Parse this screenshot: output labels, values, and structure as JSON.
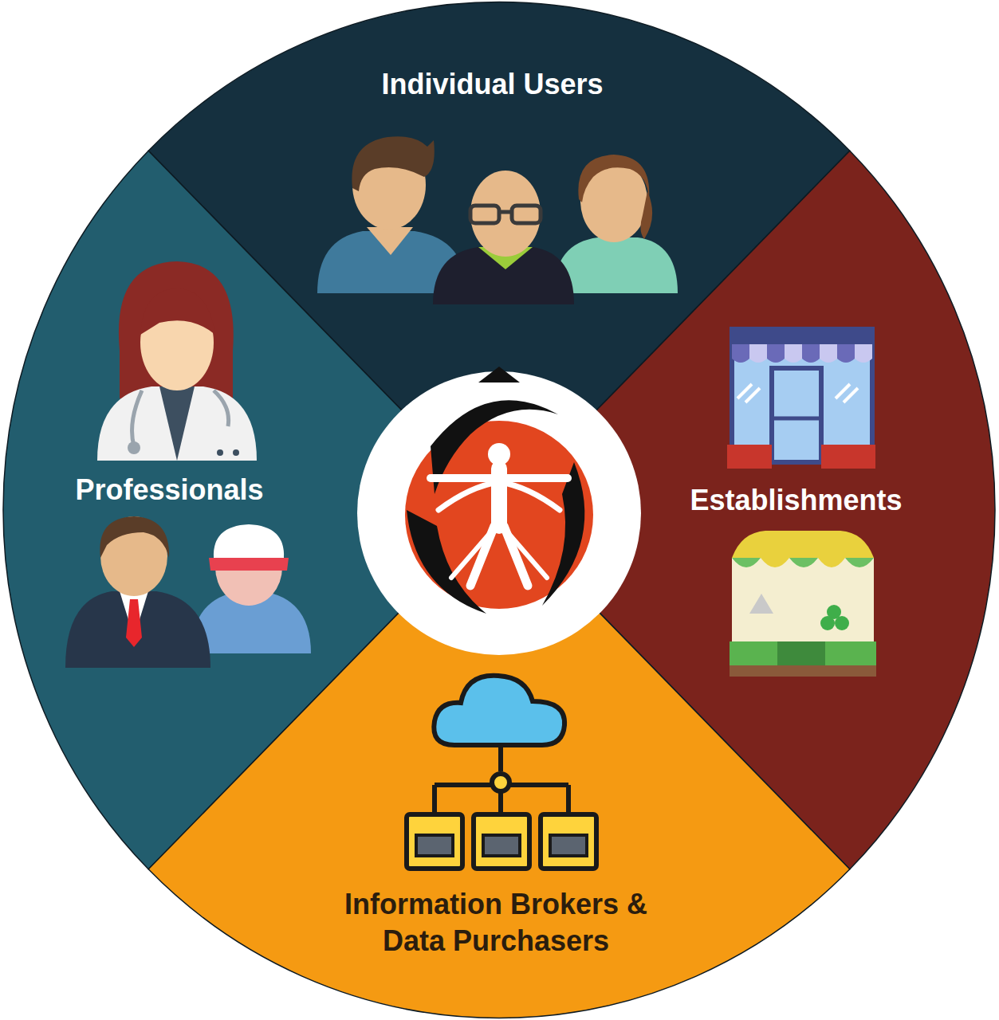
{
  "diagram": {
    "nodes": [
      {
        "text": [
          "Individual Users"
        ]
      },
      {
        "text": [
          "Professionals"
        ]
      },
      {
        "text": [
          "Establishments"
        ]
      },
      {
        "text": [
          "Information Brokers & Data Purchasers"
        ]
      }
    ],
    "edges": []
  }
}
